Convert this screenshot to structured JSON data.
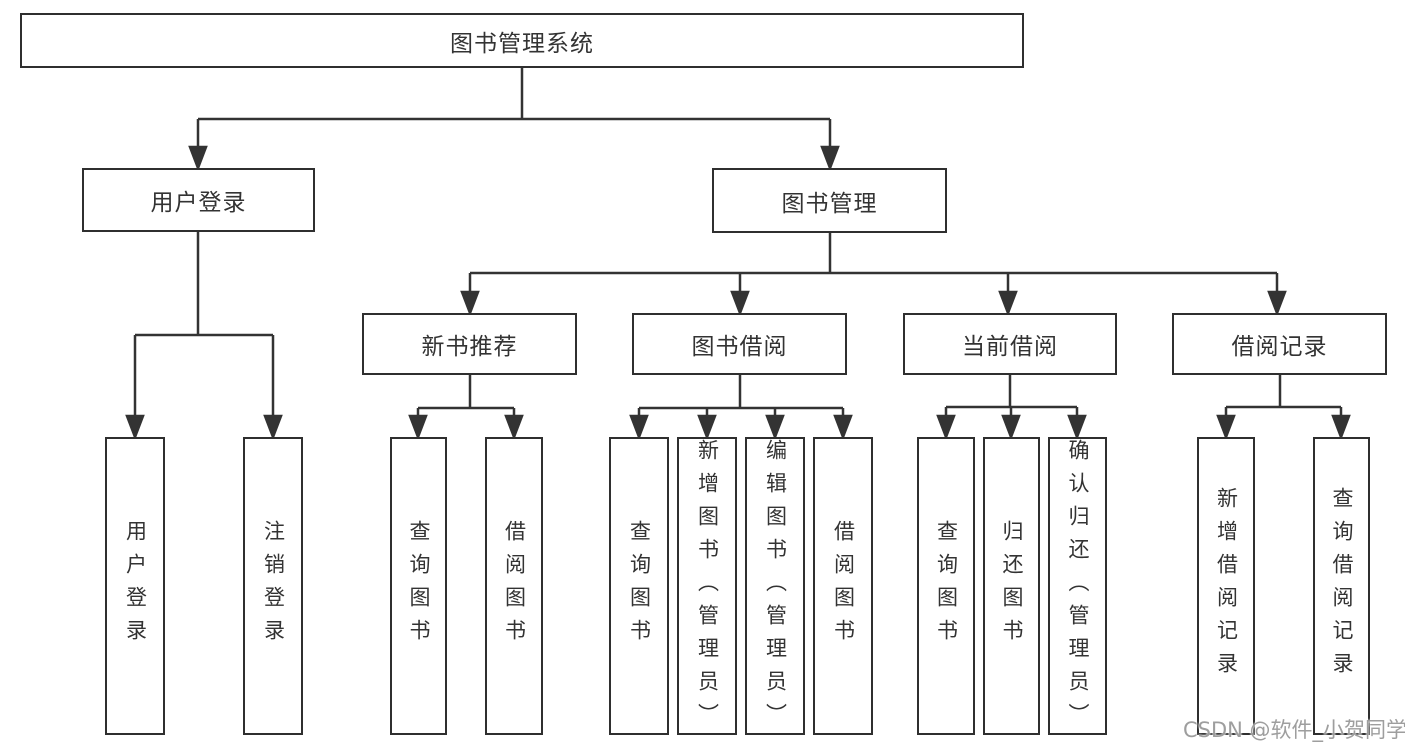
{
  "diagram": {
    "type": "hierarchy-tree",
    "orientation": "top-down",
    "colors": {
      "background": "#ffffff",
      "line": "#333333",
      "box_border": "#2f2f2f",
      "text": "#333333",
      "watermark": "#969696"
    }
  },
  "tree": {
    "label": "图书管理系统",
    "children": [
      {
        "label": "用户登录",
        "children": [
          {
            "label": "用户登录"
          },
          {
            "label": "注销登录"
          }
        ]
      },
      {
        "label": "图书管理",
        "children": [
          {
            "label": "新书推荐",
            "children": [
              {
                "label": "查询图书"
              },
              {
                "label": "借阅图书"
              }
            ]
          },
          {
            "label": "图书借阅",
            "children": [
              {
                "label": "查询图书"
              },
              {
                "label": "新增图书（管理员）"
              },
              {
                "label": "编辑图书（管理员）"
              },
              {
                "label": "借阅图书"
              }
            ]
          },
          {
            "label": "当前借阅",
            "children": [
              {
                "label": "查询图书"
              },
              {
                "label": "归还图书"
              },
              {
                "label": "确认归还（管理员）"
              }
            ]
          },
          {
            "label": "借阅记录",
            "children": [
              {
                "label": "新增借阅记录"
              },
              {
                "label": "查询借阅记录"
              }
            ]
          }
        ]
      }
    ]
  },
  "watermark": {
    "text": "CSDN @软件_小贺同学"
  }
}
